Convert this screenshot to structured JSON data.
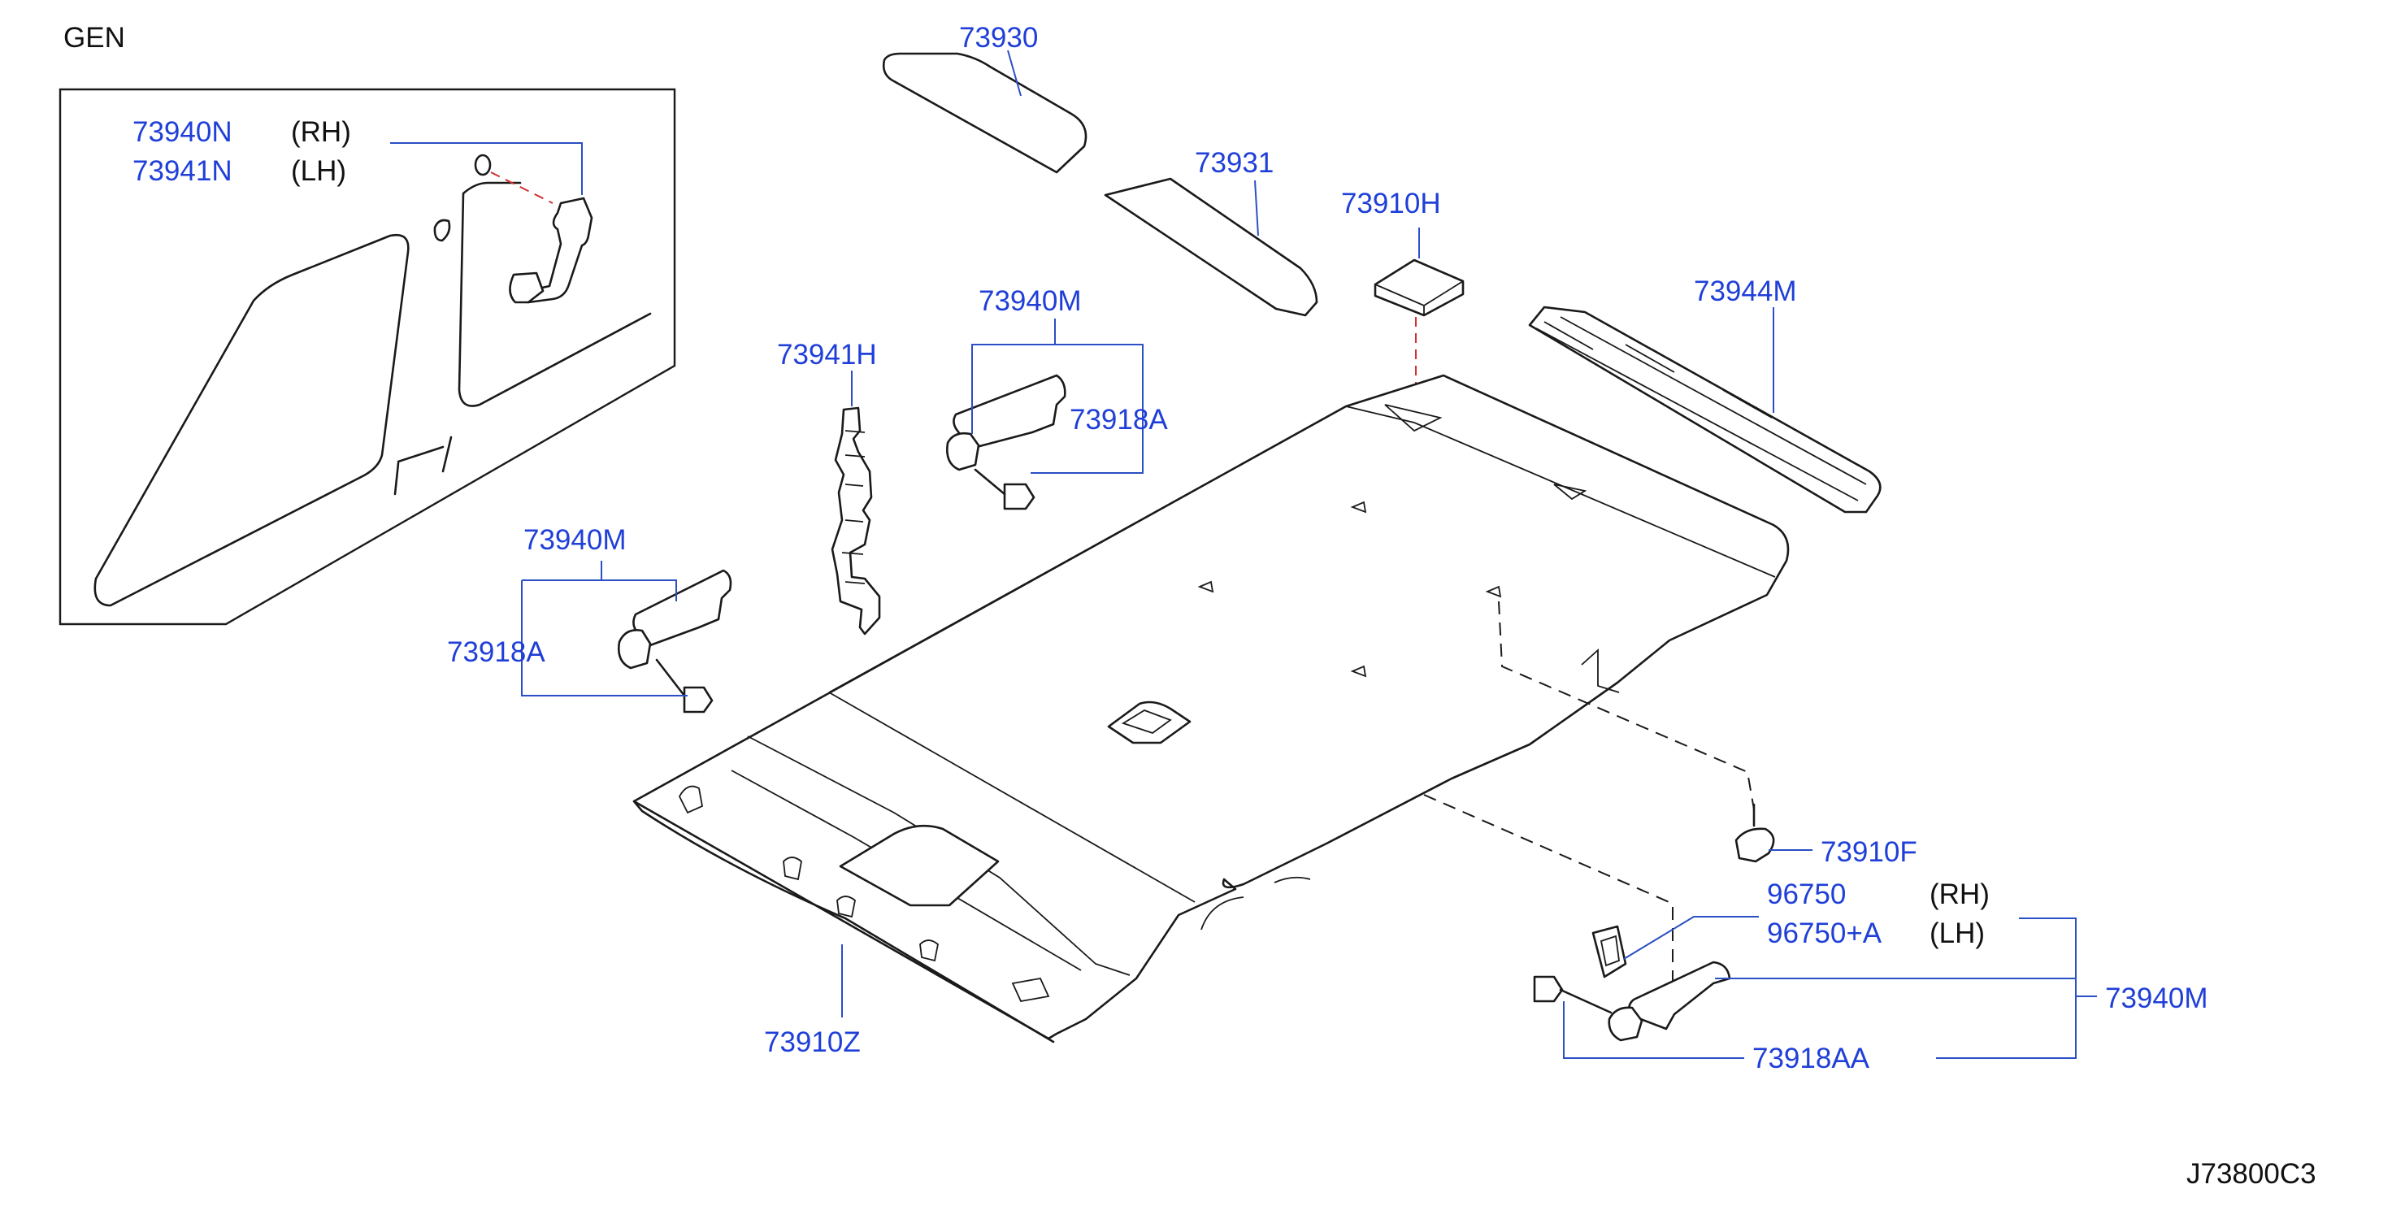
{
  "header": {
    "variant": "GEN"
  },
  "inset": {
    "rh_part": "73940N",
    "rh_side": "(RH)",
    "lh_part": "73941N",
    "lh_side": "(LH)"
  },
  "callouts": {
    "p73930": "73930",
    "p73931": "73931",
    "p73910H": "73910H",
    "p73944M": "73944M",
    "p73941H": "73941H",
    "p73940M_center": "73940M",
    "p73918A_center": "73918A",
    "p73940M_left": "73940M",
    "p73918A_left": "73918A",
    "p73910F": "73910F",
    "p96750": "96750",
    "p96750_rh": "(RH)",
    "p96750A": "96750+A",
    "p96750A_lh": "(LH)",
    "p73940M_right": "73940M",
    "p73918AA": "73918AA",
    "p73910Z": "73910Z"
  },
  "footer": {
    "diagram_code": "J73800C3"
  },
  "colors": {
    "callout_text": "#1f3fd8",
    "leader_line": "#2b4fc4",
    "ink": "#1a1a1a",
    "hidden_line": "#d03030"
  }
}
